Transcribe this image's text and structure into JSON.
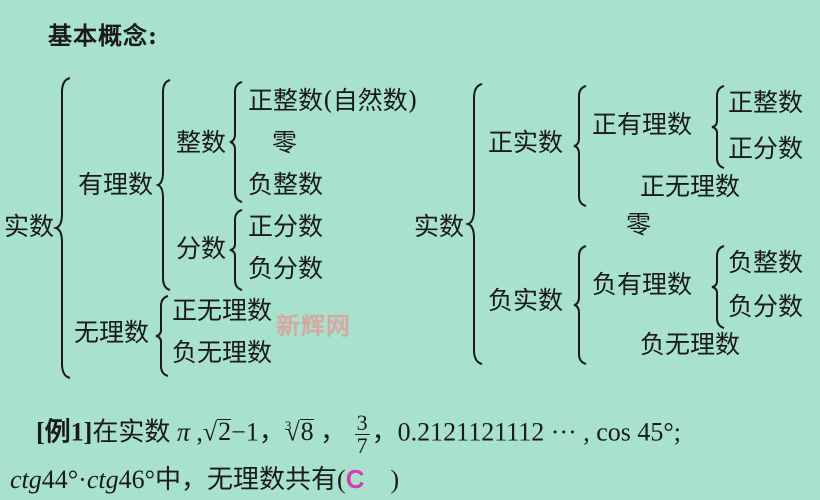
{
  "title": "基本概念:",
  "left_tree": {
    "root": "实数",
    "rational": "有理数",
    "integer": "整数",
    "integer_children": [
      "正整数(自然数)",
      "零",
      "负整数"
    ],
    "fraction": "分数",
    "fraction_children": [
      "正分数",
      "负分数"
    ],
    "irrational": "无理数",
    "irrational_children": [
      "正无理数",
      "负无理数"
    ]
  },
  "right_tree": {
    "root": "实数",
    "positive_real": "正实数",
    "positive_rational": "正有理数",
    "positive_rational_children": [
      "正整数",
      "正分数"
    ],
    "positive_irrational": "正无理数",
    "zero": "零",
    "negative_real": "负实数",
    "negative_rational": "负有理数",
    "negative_rational_children": [
      "负整数",
      "负分数"
    ],
    "negative_irrational": "负无理数"
  },
  "watermark": "新辉网",
  "example": {
    "label": "[例1]",
    "intro": "在实数",
    "pi": "π",
    "sep1": " ,",
    "sqrt2": "2",
    "minus_one": "−1",
    "sep2": "，",
    "cbrt_index": "3",
    "cbrt_radicand": "8",
    "sep3": " ，",
    "frac_num": "3",
    "frac_den": "7",
    "sep4": "，",
    "decimal": "0.2121121112 ··· ",
    "sep5": ", ",
    "cos": "cos 45°;",
    "line2_ctg1": "ctg",
    "line2_44": "44°",
    "line2_dot": "·",
    "line2_ctg2": "ctg",
    "line2_46": "46°",
    "line2_text": "中，无理数共有(",
    "answer": "C",
    "close": "    )"
  },
  "colors": {
    "background": "#a8e1cc",
    "text": "#1a1a1a",
    "answer": "#d33fb0",
    "watermark": "#d9a39d"
  }
}
